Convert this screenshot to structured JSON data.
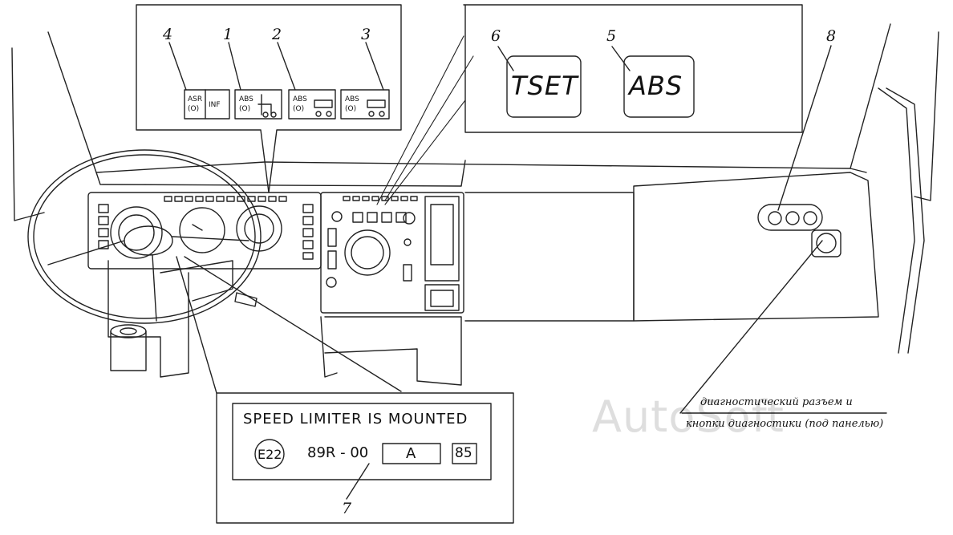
{
  "callouts": [
    "1",
    "2",
    "3",
    "4",
    "5",
    "6",
    "7",
    "8"
  ],
  "lamps": {
    "asr": {
      "top": "ASR",
      "bottom": "(O)",
      "side": "INF"
    },
    "abs1": {
      "top": "ABS",
      "bottom": "(O)"
    },
    "abs2": {
      "top": "ABS",
      "bottom": "(O)"
    },
    "abs3": {
      "top": "ABS",
      "bottom": "(O)"
    }
  },
  "indicators": {
    "tset": "TSET",
    "abs": "ABS"
  },
  "plate": {
    "title": "SPEED LIMITER IS MOUNTED",
    "mark": "E22",
    "code": "89R - 00",
    "class": "A",
    "speed": "85"
  },
  "diagnostic_note": {
    "line1": "диагностический разъем и",
    "line2": "кнопки диагностики (под панелью)"
  },
  "watermark": "AutoSoft"
}
